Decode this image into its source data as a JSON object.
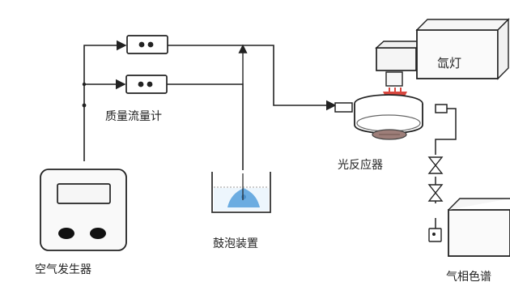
{
  "labels": {
    "xenon_lamp": "氙灯",
    "mass_flow_meter": "质量流量计",
    "photoreactor": "光反应器",
    "bubbler": "鼓泡装置",
    "air_generator": "空气发生器",
    "gas_chromatograph_partial": "气相色谱"
  },
  "colors": {
    "line": "#222222",
    "lamp_beam": "#d9473f",
    "water": "#64a8df",
    "screen_fill": "#f6f6f6",
    "panel_fill": "#f9f9f9"
  }
}
